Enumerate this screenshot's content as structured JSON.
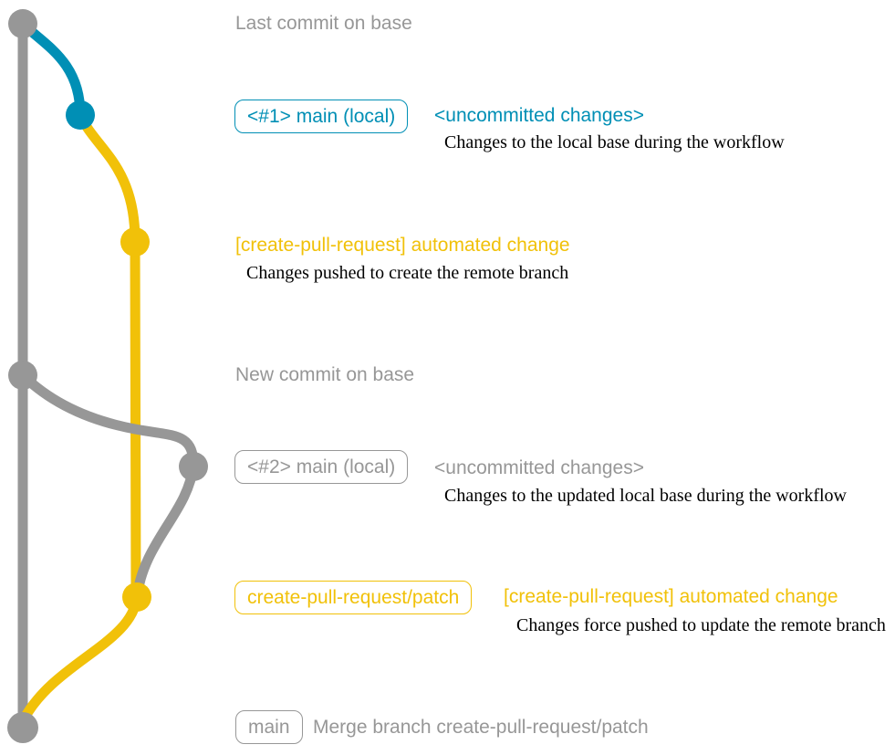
{
  "colors": {
    "gray": "#979797",
    "blue": "#008fb5",
    "yellow": "#f1c109",
    "note_text": "#000000"
  },
  "rows": {
    "last_commit": {
      "label": "Last commit on base"
    },
    "local1": {
      "badge": "<#1> main (local)",
      "label": "<uncommitted changes>",
      "note": "Changes to the local base during the workflow"
    },
    "push1": {
      "label": "[create-pull-request] automated change",
      "note": "Changes pushed to create the remote branch"
    },
    "new_commit": {
      "label": "New commit on base"
    },
    "local2": {
      "badge": "<#2> main (local)",
      "label": "<uncommitted changes>",
      "note": "Changes to the updated local base during the workflow"
    },
    "push2": {
      "badge": "create-pull-request/patch",
      "label": "[create-pull-request] automated change",
      "note": "Changes force pushed to update the remote branch"
    },
    "merge": {
      "badge": "main",
      "label": "Merge branch create-pull-request/patch"
    }
  }
}
